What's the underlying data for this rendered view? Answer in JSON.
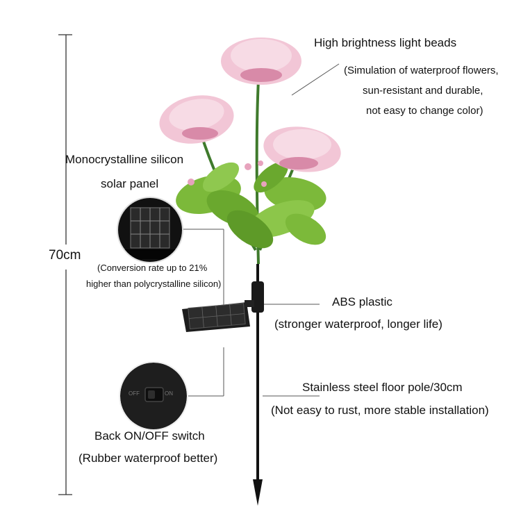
{
  "annotations": {
    "beads_title": "High brightness light beads",
    "beads_desc_1": "(Simulation of waterproof flowers,",
    "beads_desc_2": "sun-resistant and durable,",
    "beads_desc_3": "not easy to change color)",
    "panel_title_1": "Monocrystalline silicon",
    "panel_title_2": "solar panel",
    "panel_desc_1": "(Conversion rate up to 21%",
    "panel_desc_2": "higher than polycrystalline silicon)",
    "height_label": "70cm",
    "abs_title": "ABS plastic",
    "abs_desc": "(stronger waterproof, longer life)",
    "pole_title": "Stainless steel floor pole/30cm",
    "pole_desc": "(Not easy to rust, more stable installation)",
    "switch_title": "Back ON/OFF switch",
    "switch_desc": "(Rubber waterproof better)",
    "switch_off": "OFF",
    "switch_on": "ON"
  },
  "colors": {
    "petal": "#f2c6d6",
    "petal_dark": "#d88aa8",
    "leaf": "#7cb93a",
    "leaf_dark": "#4f8a22",
    "stem": "#3f7a2c",
    "pole": "#111111",
    "panel": "#1d1d1d"
  }
}
